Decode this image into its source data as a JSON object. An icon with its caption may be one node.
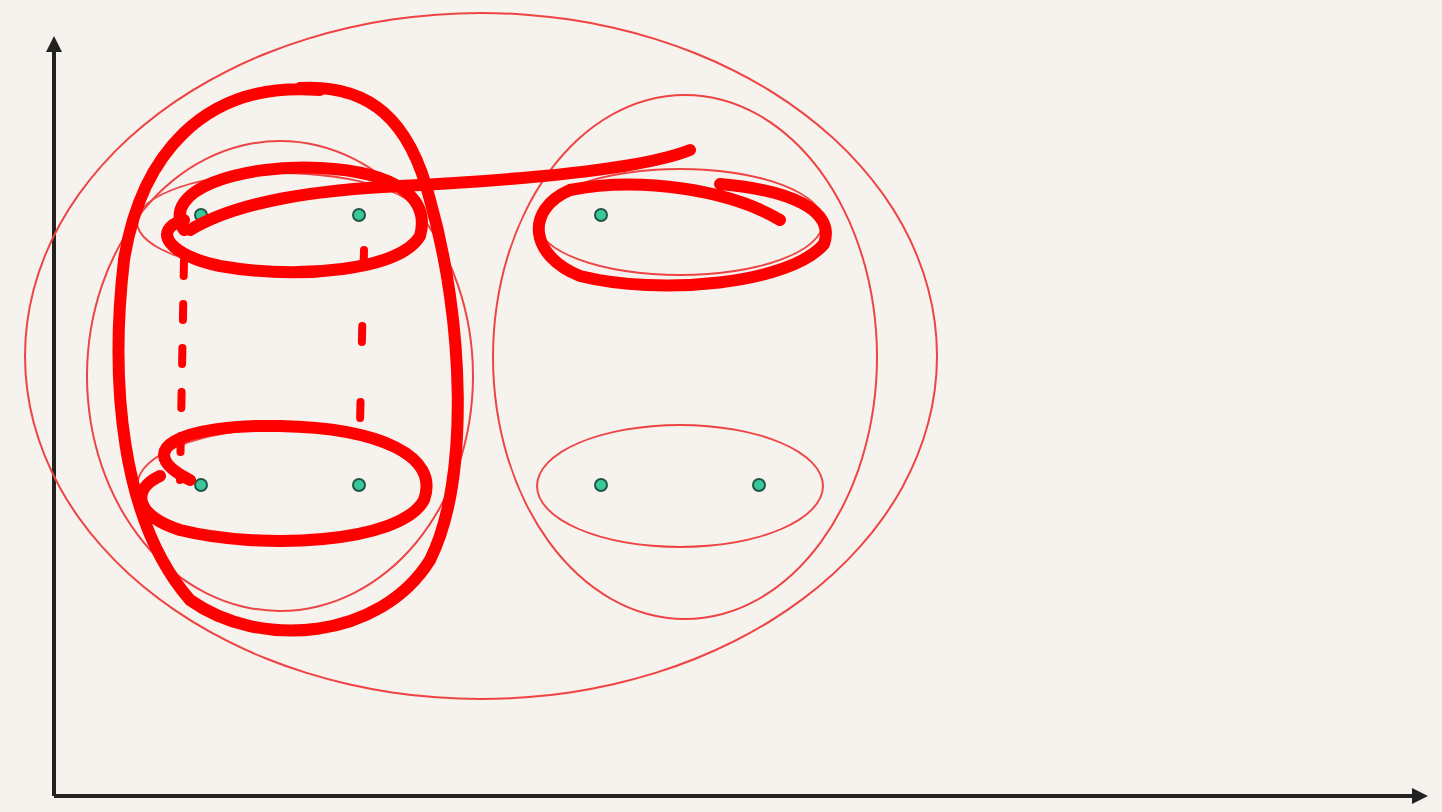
{
  "diagram": {
    "nodes": [
      {
        "text": [],
        "shape": "ellipse"
      },
      {
        "text": [],
        "shape": "ellipse",
        "in": 0
      },
      {
        "text": [],
        "shape": "ellipse",
        "in": 0
      },
      {
        "text": [],
        "shape": "ellipse",
        "in": 1
      },
      {
        "text": [],
        "shape": "ellipse",
        "in": 1
      },
      {
        "text": [],
        "shape": "ellipse",
        "in": 2
      },
      {
        "text": [],
        "shape": "ellipse",
        "in": 2
      },
      {
        "text": [],
        "shape": "circle",
        "in": 3
      },
      {
        "text": [],
        "shape": "circle",
        "in": 3
      },
      {
        "text": [],
        "shape": "circle",
        "in": 4
      },
      {
        "text": [],
        "shape": "circle",
        "in": 4
      },
      {
        "text": [],
        "shape": "circle",
        "in": 5
      },
      {
        "text": [],
        "shape": "circle",
        "in": 6
      },
      {
        "text": [],
        "shape": "circle",
        "in": 6
      }
    ]
  }
}
